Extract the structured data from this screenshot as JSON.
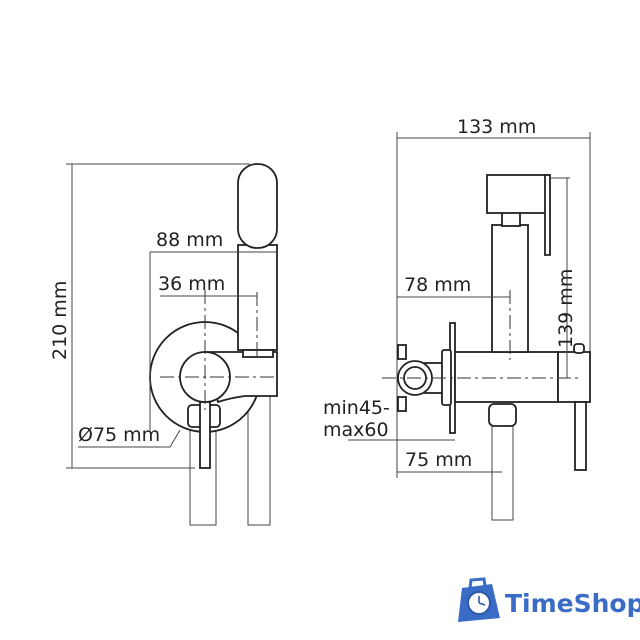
{
  "front_view": {
    "height_label": "210 mm",
    "width_label": "88 mm",
    "offset_label": "36 mm",
    "diameter_label": "Ø75 mm"
  },
  "side_view": {
    "width_label": "133 mm",
    "depth_label": "78 mm",
    "height_label": "139 mm",
    "wall_label_1": "min45-",
    "wall_label_2": "max60",
    "outlet_label": "75 mm"
  },
  "watermark": {
    "text": "TimeShop",
    "color": "#3a6cc6"
  }
}
